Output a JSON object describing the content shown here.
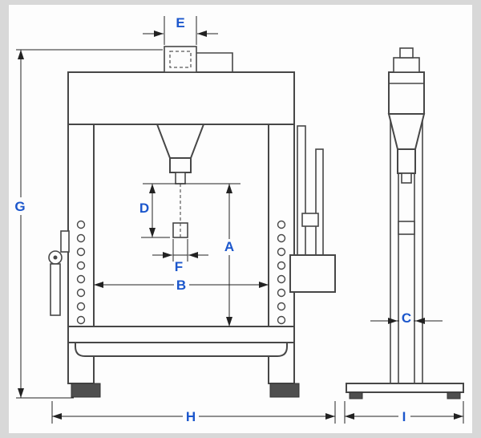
{
  "diagram": {
    "labels": {
      "e": "E",
      "g": "G",
      "d": "D",
      "a": "A",
      "f": "F",
      "b": "B",
      "c": "C",
      "h": "H",
      "i": "I"
    },
    "colors": {
      "label_blue": "#1c57cc",
      "drawing_line": "#474747",
      "dimension_line": "#222222",
      "canvas": "#fdfdfd",
      "frame_gray": "#d8d8d8",
      "foot_fill": "#4f4f4f"
    }
  }
}
